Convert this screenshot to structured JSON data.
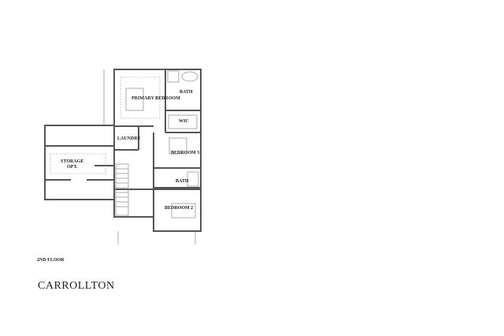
{
  "plan": {
    "floor_label": "2ND FLOOR",
    "title": "CARROLLTON",
    "rooms": {
      "primary_bedroom": "PRIMARY BEDROOM",
      "primary_bath": "BATH",
      "wic": "WIC",
      "laundry": "LAUNDRY",
      "bedroom3": "BEDROOM 3",
      "bath": "BATH",
      "bedroom2": "BEDROOM 2",
      "storage": "STORAGE",
      "storage_opt": "OPT."
    }
  }
}
